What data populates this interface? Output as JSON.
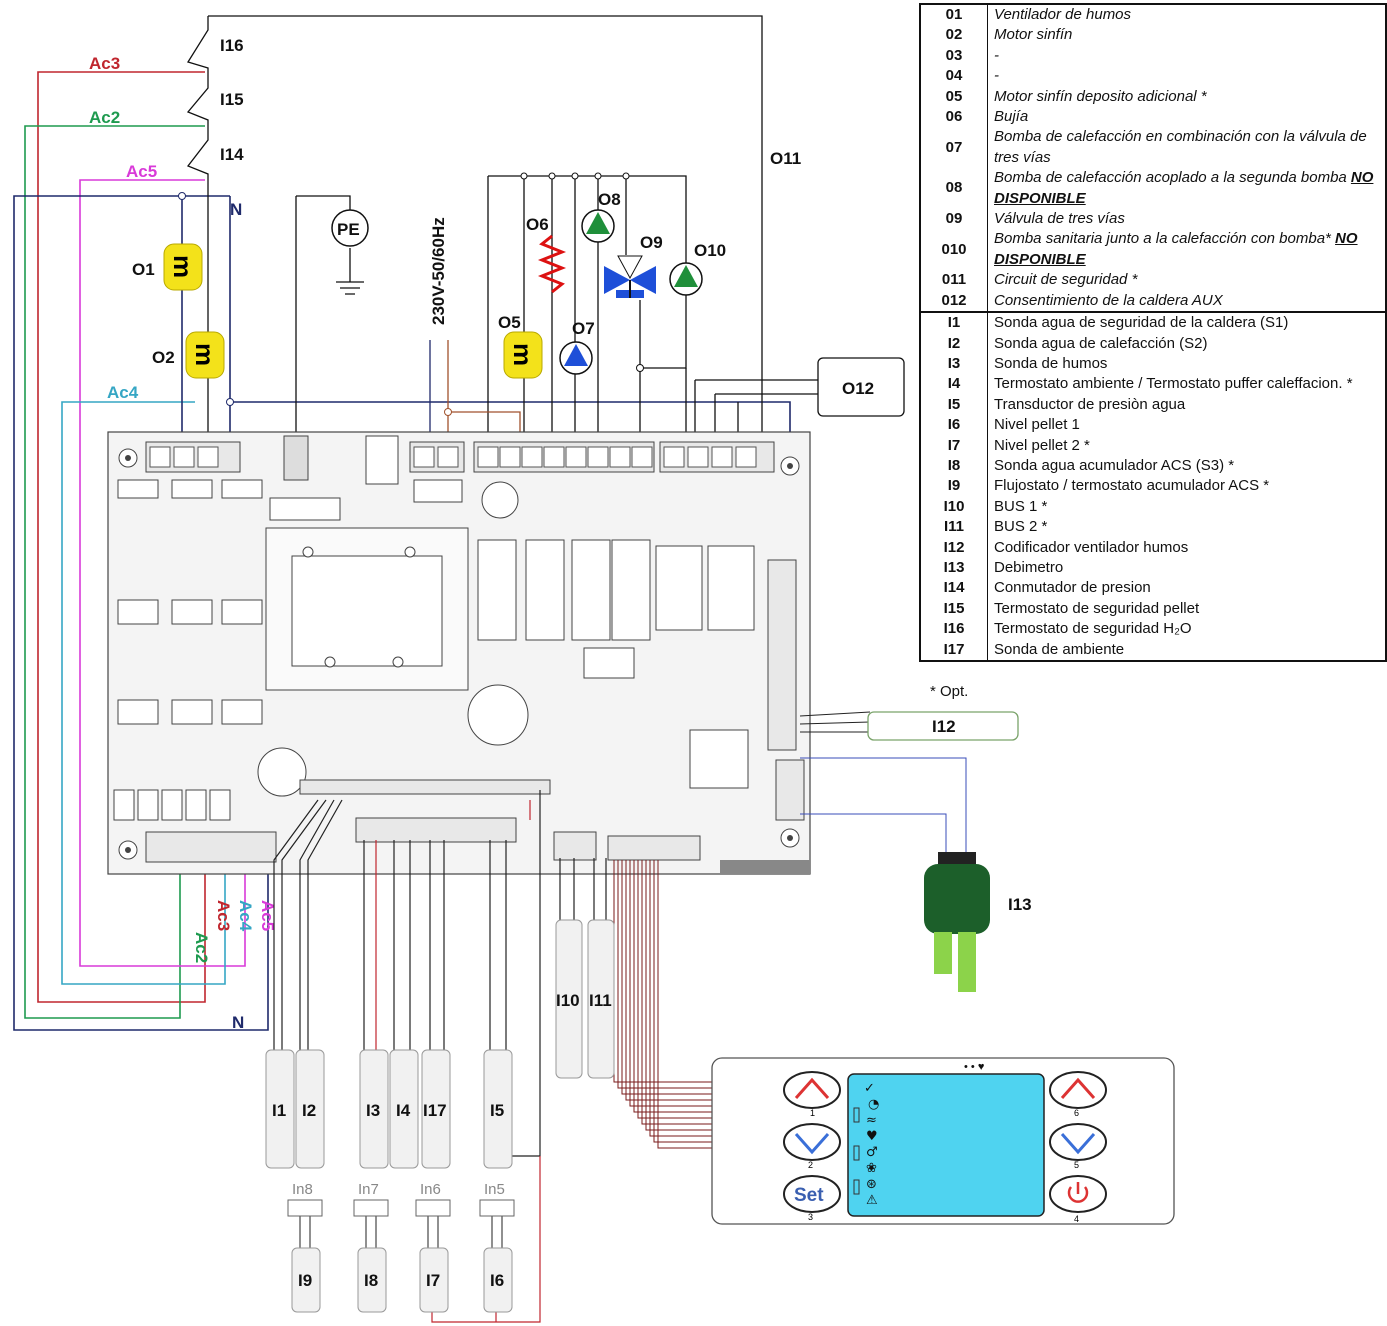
{
  "legend": {
    "outputs": [
      {
        "code": "01",
        "desc": "Ventilador de humos",
        "flag": ""
      },
      {
        "code": "02",
        "desc": "Motor sinfín",
        "flag": ""
      },
      {
        "code": "03",
        "desc": "-",
        "flag": ""
      },
      {
        "code": "04",
        "desc": "-",
        "flag": ""
      },
      {
        "code": "05",
        "desc": "Motor sinfín deposito adicional *",
        "flag": ""
      },
      {
        "code": "06",
        "desc": "Bujía",
        "flag": ""
      },
      {
        "code": "07",
        "desc": "Bomba de calefacción en combinación con la válvula de tres vías",
        "flag": ""
      },
      {
        "code": "08",
        "desc": "Bomba de calefacción acoplado a la segunda bomba",
        "flag": "NO DISPONIBLE"
      },
      {
        "code": "09",
        "desc": "Válvula de tres vías",
        "flag": ""
      },
      {
        "code": "010",
        "desc": "Bomba sanitaria junto a la calefacción con bomba*",
        "flag": "NO DISPONIBLE"
      },
      {
        "code": "011",
        "desc": "Circuit de seguridad *",
        "flag": ""
      },
      {
        "code": "012",
        "desc": "Consentimiento de la caldera AUX",
        "flag": ""
      }
    ],
    "inputs": [
      {
        "code": "I1",
        "desc": "Sonda agua de seguridad de la caldera (S1)"
      },
      {
        "code": "I2",
        "desc": "Sonda agua de calefacción (S2)"
      },
      {
        "code": "I3",
        "desc": "Sonda de humos"
      },
      {
        "code": "I4",
        "desc": "Termostato ambiente / Termostato puffer caleffacion. *"
      },
      {
        "code": "I5",
        "desc": "Transductor de presiòn agua"
      },
      {
        "code": "I6",
        "desc": "Nivel pellet 1"
      },
      {
        "code": "I7",
        "desc": "Nivel pellet 2 *"
      },
      {
        "code": "I8",
        "desc": "Sonda agua acumulador ACS (S3) *"
      },
      {
        "code": "I9",
        "desc": "Flujostato / termostato acumulador ACS *"
      },
      {
        "code": "I10",
        "desc": "BUS 1 *"
      },
      {
        "code": "I11",
        "desc": "BUS 2 *"
      },
      {
        "code": "I12",
        "desc": "Codificador ventilador humos"
      },
      {
        "code": "I13",
        "desc": "Debimetro"
      },
      {
        "code": "I14",
        "desc": "Conmutador de presion"
      },
      {
        "code": "I15",
        "desc": "Termostato de seguridad pellet"
      },
      {
        "code": "I16",
        "desc": "Termostato de seguridad H₂O"
      },
      {
        "code": "I17",
        "desc": "Sonda de ambiente"
      }
    ],
    "note": "* Opt."
  },
  "diagram": {
    "label_I16": "I16",
    "label_I15": "I15",
    "label_I14": "I14",
    "label_Ac3": "Ac3",
    "label_Ac2": "Ac2",
    "label_Ac5": "Ac5",
    "label_Ac4": "Ac4",
    "label_N": "N",
    "label_O1": "O1",
    "label_O2": "O2",
    "label_O5": "O5",
    "label_O6": "O6",
    "label_O7": "O7",
    "label_O8": "O8",
    "label_O9": "O9",
    "label_O10": "O10",
    "label_O11": "O11",
    "label_O12": "O12",
    "label_PE": "PE",
    "label_power": "230V-50/60Hz",
    "label_I12": "I12",
    "label_I13": "I13",
    "motor_glyph": "m",
    "probes_top": [
      {
        "label": "I1"
      },
      {
        "label": "I2"
      },
      {
        "label": "I3"
      },
      {
        "label": "I4"
      },
      {
        "label": "I17"
      },
      {
        "label": "I5"
      },
      {
        "label": "I10"
      },
      {
        "label": "I11"
      }
    ],
    "inputs_bottom": [
      {
        "conn": "In8",
        "probe": "I9"
      },
      {
        "conn": "In7",
        "probe": "I8"
      },
      {
        "conn": "In6",
        "probe": "I7"
      },
      {
        "conn": "In5",
        "probe": "I6"
      }
    ],
    "bottom_colors": [
      "Ac2",
      "Ac3",
      "Ac4",
      "Ac5"
    ],
    "colors": {
      "Ac3": "#c0262e",
      "Ac2": "#1e9a4f",
      "Ac5": "#d93ad9",
      "Ac4": "#35a6c4",
      "N": "#1f2a6b",
      "motor": "#f3e21a",
      "pump": "#1f8f3a",
      "pump_blue": "#1e4fd8",
      "lcd": "#4fd3f0"
    }
  },
  "panel": {
    "set_label": "Set",
    "key_numbers": [
      "1",
      "2",
      "3",
      "4",
      "5",
      "6"
    ]
  }
}
